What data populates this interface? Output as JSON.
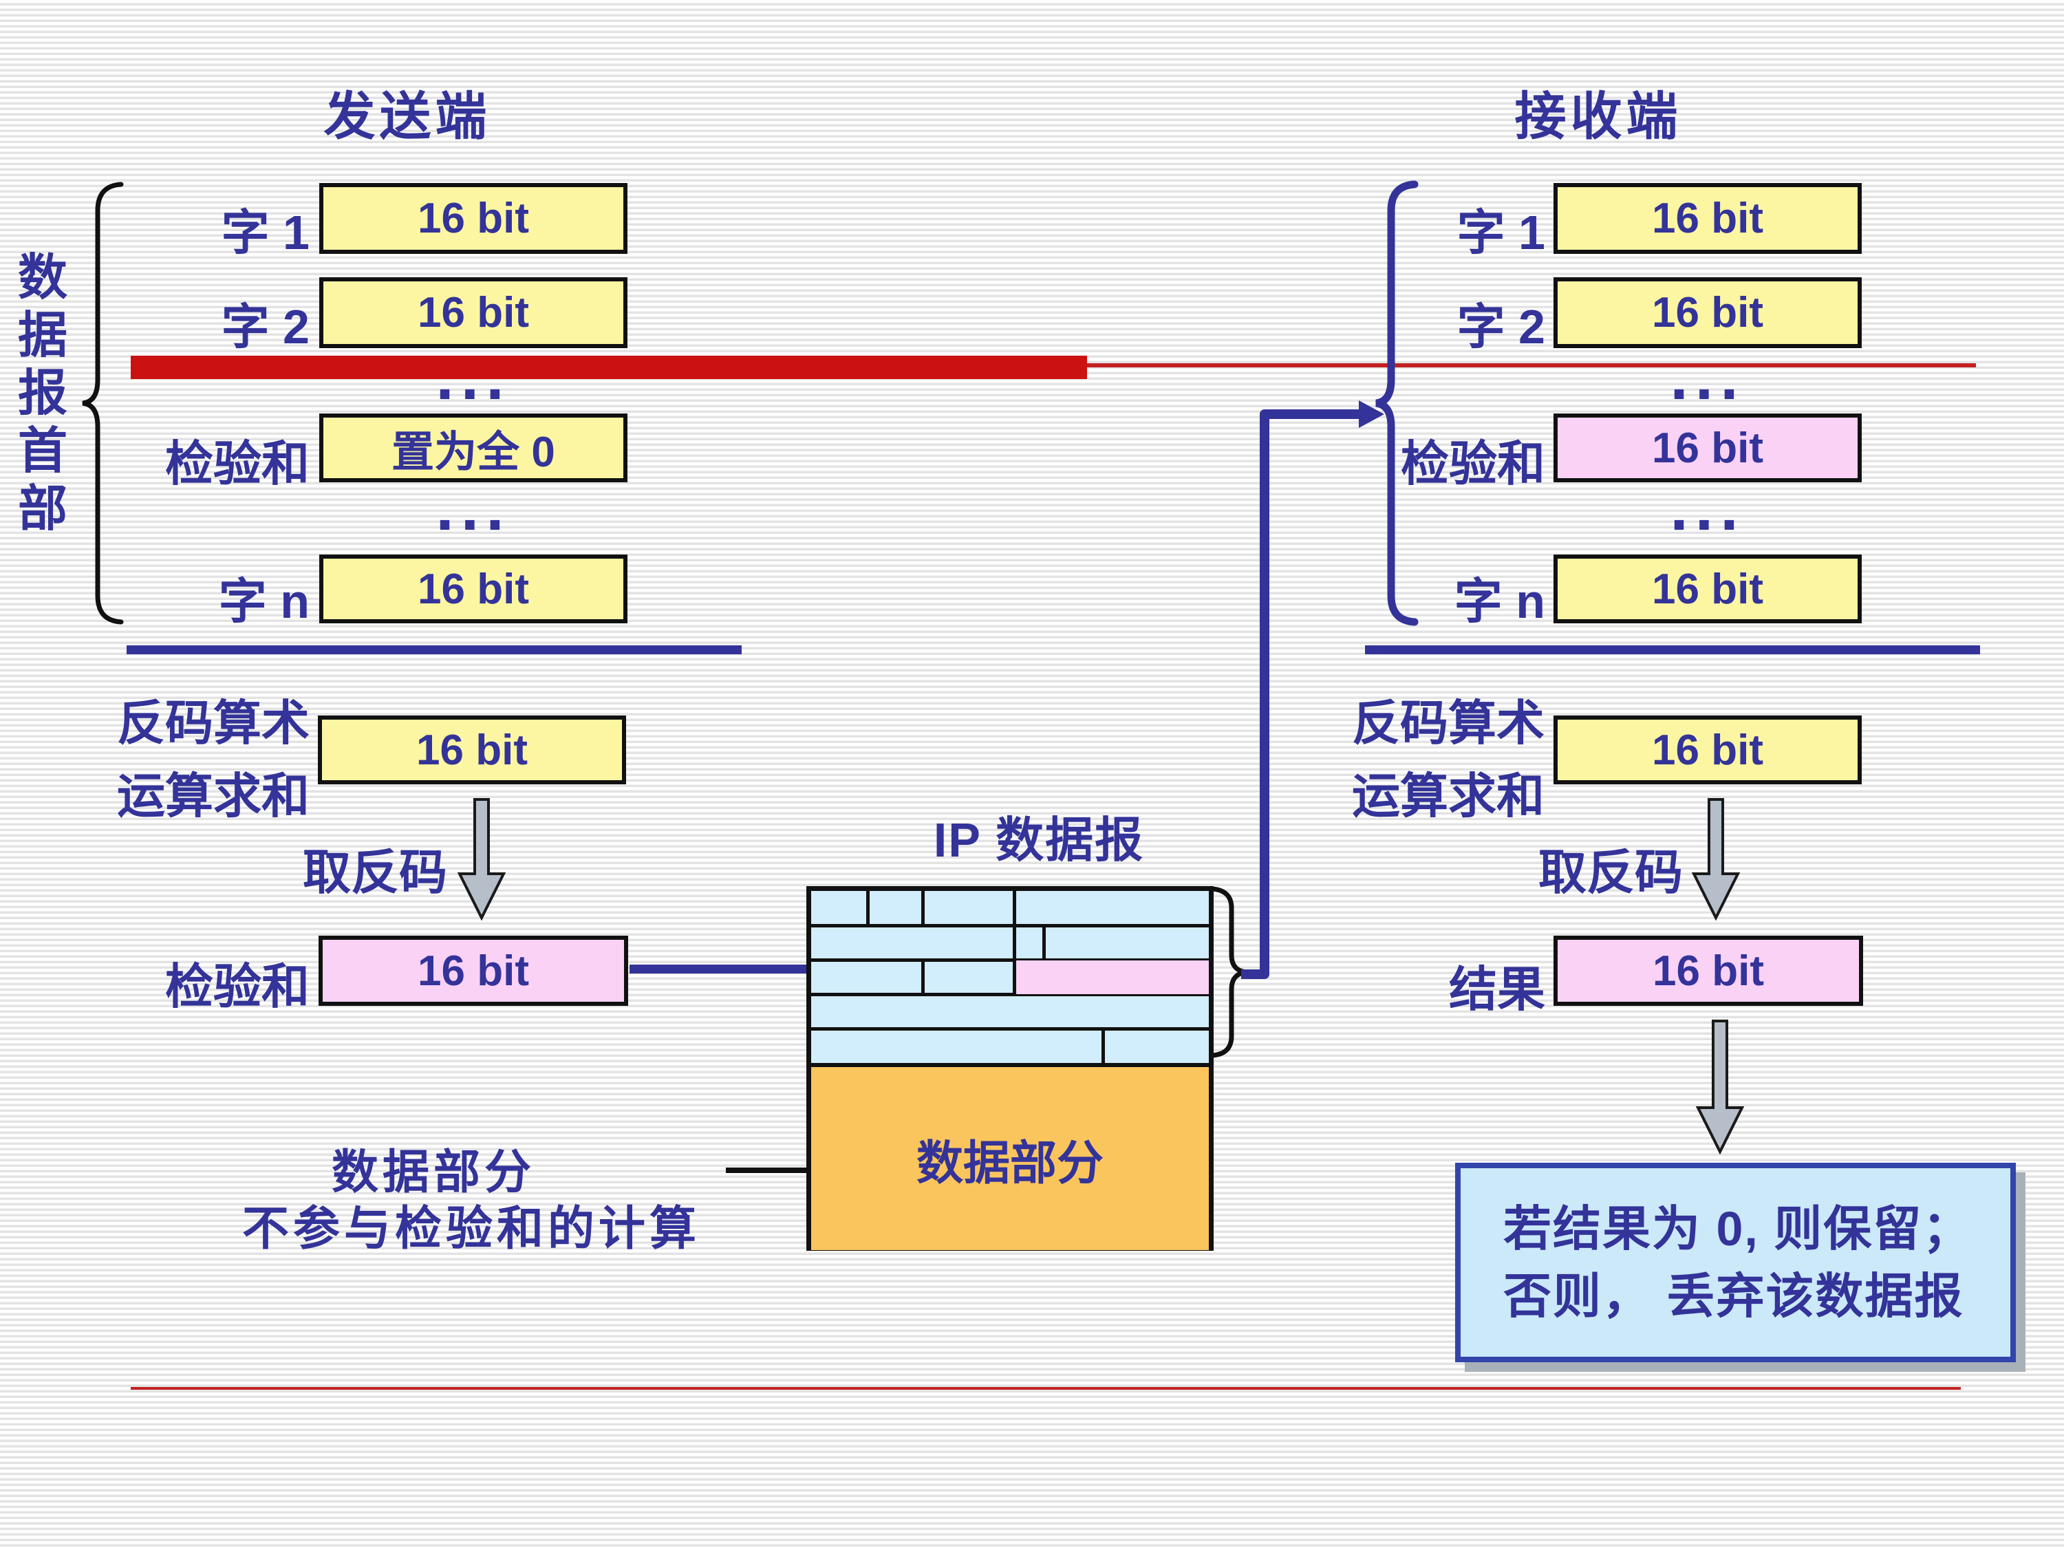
{
  "titles": {
    "sender": "发送端",
    "receiver": "接收端"
  },
  "datagram_header_label": "数\n据\n报\n首\n部",
  "ellipsis": "...",
  "sender": {
    "word1_label": "字 1",
    "word1_value": "16 bit",
    "word2_label": "字 2",
    "word2_value": "16 bit",
    "checksum_row_label": "检验和",
    "checksum_row_value": "置为全 0",
    "wordn_label": "字 n",
    "wordn_value": "16 bit",
    "sum_label": "反码算术\n运算求和",
    "sum_value": "16 bit",
    "complement_label": "取反码",
    "checksum_result_label": "检验和",
    "checksum_result_value": "16 bit"
  },
  "receiver": {
    "word1_label": "字 1",
    "word1_value": "16 bit",
    "word2_label": "字 2",
    "word2_value": "16 bit",
    "checksum_row_label": "检验和",
    "checksum_row_value": "16 bit",
    "wordn_label": "字 n",
    "wordn_value": "16 bit",
    "sum_label": "反码算术\n运算求和",
    "sum_value": "16 bit",
    "complement_label": "取反码",
    "result_label": "结果",
    "result_value": "16 bit",
    "note_line1": "若结果为 0, 则保留；",
    "note_line2": "否则， 丢弃该数据报"
  },
  "ip_datagram": {
    "title": "IP 数据报",
    "data_label": "数据部分"
  },
  "annotation": {
    "line1": "数据部分",
    "line2": "不参与检验和的计算"
  },
  "colors": {
    "navy_text": "#333399",
    "yellow_box": "#FCF6A2",
    "pink_box": "#FAD2F6",
    "ip_header_cell": "#D2EDFB",
    "ip_data_orange": "#FBC55E",
    "red_bar": "#CC1111",
    "note_fill": "#CBE9F9",
    "gray_arrow": "#B5BEC9"
  }
}
